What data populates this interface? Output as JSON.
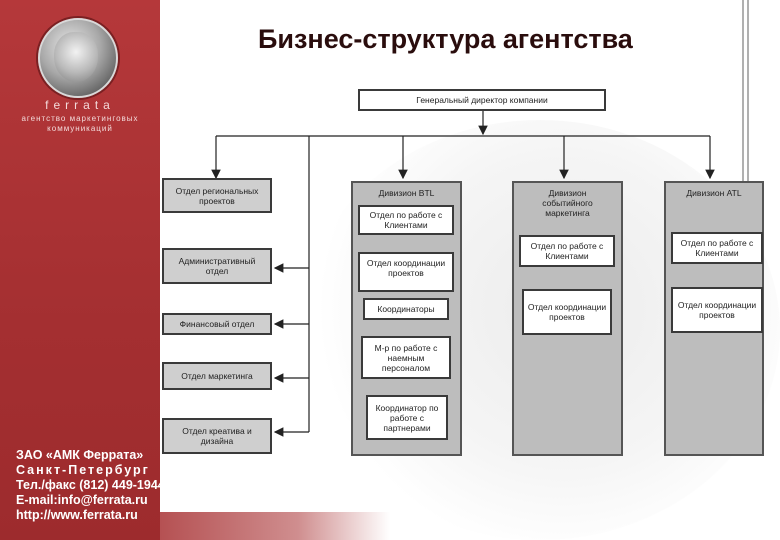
{
  "title": "Бизнес-структура агентства",
  "sidebar": {
    "brand_name": "ferrata",
    "brand_sub_1": "агентство маркетинговых",
    "brand_sub_2": "коммуникаций",
    "contacts": [
      "ЗАО «АМК Феррата»",
      "Санкт-Петербург",
      "Тел./факс (812) 449-1944",
      "E-mail:info@ferrata.ru",
      "http://www.ferrata.ru"
    ]
  },
  "director": "Генеральный директор компании",
  "left_departments": [
    "Отдел региональных проектов",
    "Административный отдел",
    "Финансовый отдел",
    "Отдел маркетинга",
    "Отдел креатива и дизайна"
  ],
  "division_btl": {
    "title": "Дивизион BTL",
    "units": [
      "Отдел по работе с Клиентами",
      "Отдел координации проектов",
      "Координаторы",
      "М-р по работе с наемным персоналом",
      "Координатор по работе с партнерами"
    ]
  },
  "division_event": {
    "title": "Дивизион событийного маркетинга",
    "units": [
      "Отдел по работе с Клиентами",
      "Отдел координации проектов"
    ]
  },
  "division_atl": {
    "title": "Дивизион ATL",
    "units": [
      "Отдел по работе с Клиентами",
      "Отдел координации проектов"
    ]
  }
}
